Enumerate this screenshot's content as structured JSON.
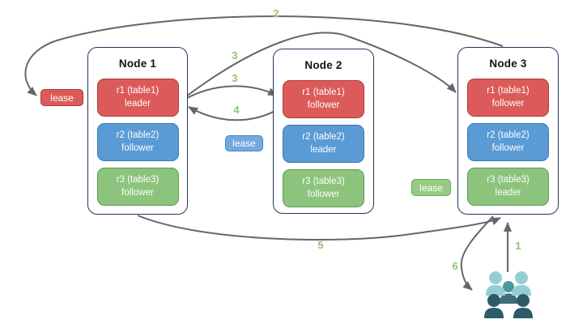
{
  "diagram": {
    "nodes": [
      {
        "title": "Node 1",
        "replicas": [
          {
            "name": "r1 (table1)",
            "role": "leader"
          },
          {
            "name": "r2 (table2)",
            "role": "follower"
          },
          {
            "name": "r3 (table3)",
            "role": "follower"
          }
        ]
      },
      {
        "title": "Node 2",
        "replicas": [
          {
            "name": "r1 (table1)",
            "role": "follower"
          },
          {
            "name": "r2 (table2)",
            "role": "leader"
          },
          {
            "name": "r3 (table3)",
            "role": "follower"
          }
        ]
      },
      {
        "title": "Node 3",
        "replicas": [
          {
            "name": "r1 (table1)",
            "role": "follower"
          },
          {
            "name": "r2 (table2)",
            "role": "follower"
          },
          {
            "name": "r3 (table3)",
            "role": "leader"
          }
        ]
      }
    ],
    "lease_labels": [
      {
        "text": "lease",
        "color": "red"
      },
      {
        "text": "lease",
        "color": "blue"
      },
      {
        "text": "lease",
        "color": "green"
      }
    ],
    "step_labels": {
      "s1": "1",
      "s2": "2",
      "s3a": "3",
      "s3b": "3",
      "s4": "4",
      "s5": "5",
      "s6": "6"
    },
    "icons": {
      "users": "users-icon"
    },
    "colors": {
      "replica_red": "#dc5b5a",
      "replica_blue": "#5b9bd5",
      "replica_green": "#8cc47d",
      "node_border": "#24365e",
      "arrow": "#666666",
      "step_label": "#90c471",
      "users_light": "#93ced2",
      "users_mid": "#4e96a0",
      "users_dark": "#2e5a68"
    }
  }
}
